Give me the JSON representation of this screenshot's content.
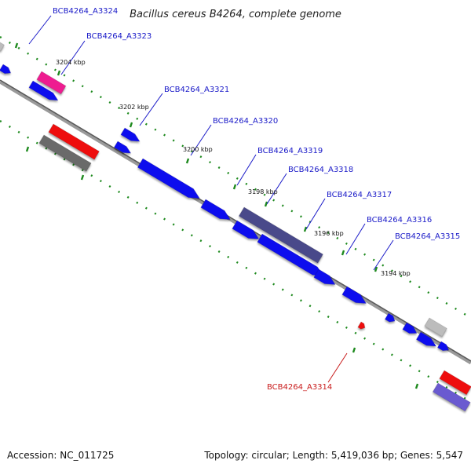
{
  "title": "Bacillus cereus B4264, complete genome",
  "colors": {
    "blue": "#0a0aee",
    "red": "#ee0a0a",
    "magenta": "#ee1e90",
    "gray": "#6a6a6a",
    "lightgray": "#bcbcbc",
    "slate": "#4a4a8a",
    "lavender": "#6a5ad0",
    "tick": "#1e8a1e",
    "label_blue": "#1a1ac8",
    "label_red": "#c81a1a"
  },
  "ticks": [
    "3204 kbp",
    "3202 kbp",
    "3200 kbp",
    "3198 kbp",
    "3196 kbp",
    "3194 kbp"
  ],
  "genes": [
    {
      "id": "BCB4264_A3324"
    },
    {
      "id": "BCB4264_A3323"
    },
    {
      "id": "BCB4264_A3321"
    },
    {
      "id": "BCB4264_A3320"
    },
    {
      "id": "BCB4264_A3319"
    },
    {
      "id": "BCB4264_A3318"
    },
    {
      "id": "BCB4264_A3317"
    },
    {
      "id": "BCB4264_A3316"
    },
    {
      "id": "BCB4264_A3315"
    },
    {
      "id": "BCB4264_A3314"
    }
  ],
  "footer": {
    "accession": "Accession: NC_011725",
    "summary": "Topology: circular; Length: 5,419,036 bp; Genes: 5,547"
  }
}
